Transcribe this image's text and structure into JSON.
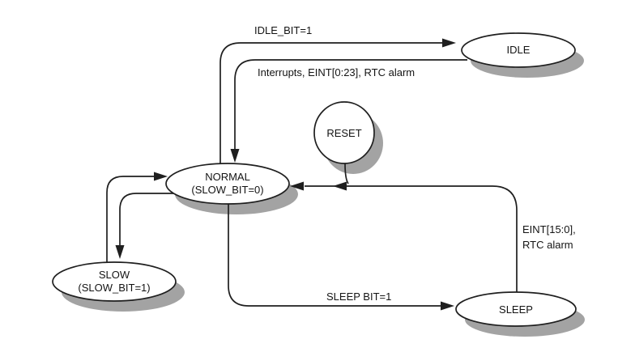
{
  "colors": {
    "line": "#1f1f1f",
    "text": "#141414",
    "shadow": "#a3a3a3",
    "node_fill": "#ffffff",
    "background": "#ffffff"
  },
  "nodes": {
    "idle": {
      "label": "IDLE"
    },
    "reset": {
      "label": "RESET"
    },
    "normal": {
      "label_line1": "NORMAL",
      "label_line2": "(SLOW_BIT=0)"
    },
    "slow": {
      "label_line1": "SLOW",
      "label_line2": "(SLOW_BIT=1)"
    },
    "sleep": {
      "label": "SLEEP"
    }
  },
  "transitions": {
    "normal_to_idle": {
      "label": "IDLE_BIT=1"
    },
    "idle_to_normal": {
      "label": "Interrupts, EINT[0:23], RTC alarm"
    },
    "normal_to_sleep": {
      "label": "SLEEP BIT=1"
    },
    "sleep_to_normal": {
      "label_line1": "EINT[15:0],",
      "label_line2": "RTC alarm"
    }
  }
}
